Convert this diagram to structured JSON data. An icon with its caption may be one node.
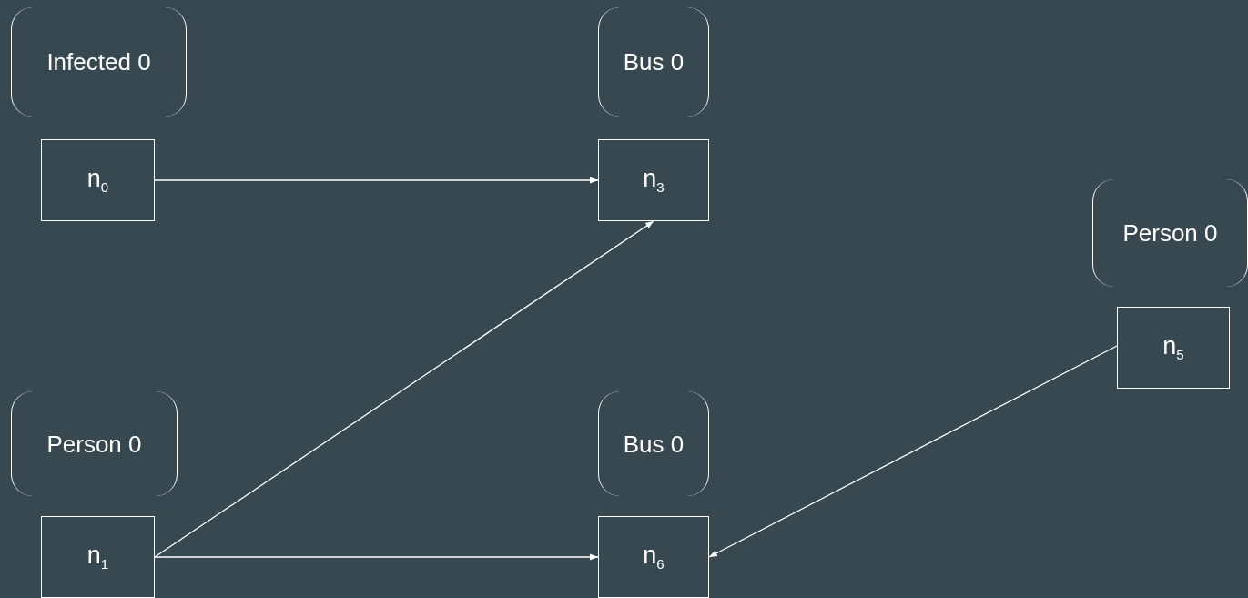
{
  "diagram": {
    "nodes": [
      {
        "text": [
          "n$_{0}$"
        ],
        "beside": [
          "Infected 0"
        ]
      },
      {
        "text": [
          "n$_{3}$"
        ],
        "beside": [
          "Bus 0"
        ]
      },
      {
        "text": [
          "n$_{5}$"
        ],
        "beside": [
          "Person 0"
        ]
      },
      {
        "text": [
          "n$_{1}$"
        ],
        "beside": [
          "Person 0"
        ]
      },
      {
        "text": [
          "n$_{6}$"
        ],
        "beside": [
          "Bus 0"
        ]
      }
    ],
    "edges": [
      {
        "from": 0,
        "to": 1,
        "arrow": "to"
      },
      {
        "from": 3,
        "to": 1,
        "arrow": "to"
      },
      {
        "from": 3,
        "to": 4,
        "arrow": "to"
      },
      {
        "from": 2,
        "to": 4,
        "arrow": "to"
      }
    ]
  }
}
